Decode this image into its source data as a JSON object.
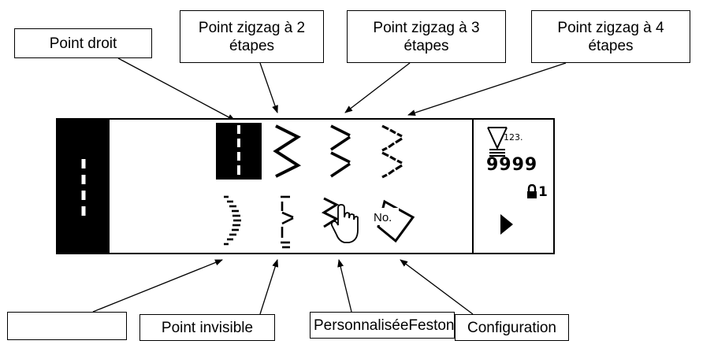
{
  "callouts": {
    "top": {
      "straight": "Point droit",
      "zigzag2": "Point zigzag à 2\nétapes",
      "zigzag3": "Point zigzag à 3\nétapes",
      "zigzag4": "Point zigzag à 4\nétapes"
    },
    "bottom": {
      "blank": "",
      "invisible": "Point invisible",
      "custom": "PersonnaliséeFeston",
      "configuration": "Configuration"
    }
  },
  "screen": {
    "stitch_counter": "9999",
    "lock_count": "1",
    "counter_badge": "123.",
    "number_label": "No."
  },
  "icons": {
    "selected_stitch": "straight-stitch-vertical-icon",
    "straight": "straight-stitch-icon",
    "zigzag2": "zigzag-2-step-icon",
    "zigzag3": "zigzag-3-step-icon",
    "zigzag4": "zigzag-4-step-icon",
    "blind": "blind-stitch-icon",
    "invisible": "invisible-stitch-icon",
    "custom": "hand-pointer-stitch-icon",
    "configuration": "number-config-icon",
    "counter": "counter-icon",
    "lock": "lock-icon",
    "next": "play-arrow-icon"
  },
  "colors": {
    "ink": "#000000",
    "paper": "#ffffff"
  }
}
